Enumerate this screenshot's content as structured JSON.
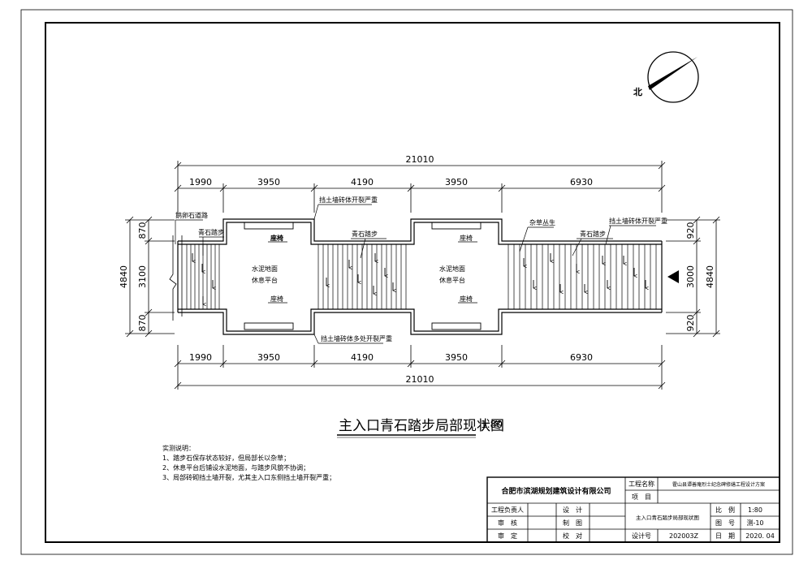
{
  "north_label": "北",
  "drawing_title": "主入口青石踏步局部现状图",
  "drawing_scale": "1:80",
  "dims": {
    "total": "21010",
    "segments": [
      "1990",
      "3950",
      "4190",
      "3950",
      "6930"
    ],
    "left_total": "4840",
    "left_parts": [
      "870",
      "3100",
      "870"
    ],
    "right_total": "4840",
    "right_parts": [
      "920",
      "3000",
      "920"
    ]
  },
  "labels": {
    "pebble_path": "鹅卵石道路",
    "bluestone_steps_1": "青石踏步",
    "bluestone_steps_2": "青石踏步",
    "bluestone_steps_3": "青石踏步",
    "wall_crack_top": "挡土墙砖体开裂严重",
    "wall_crack_bottom": "挡土墙砖体多处开裂严重",
    "weeds": "杂草丛生",
    "wall_crack_right": "挡土墙砖体开裂严重",
    "bench_1_top": "座椅",
    "bench_1_bottom": "座椅",
    "bench_2_top": "座椅",
    "bench_2_bottom": "座椅",
    "platform_1_line1": "水泥地面",
    "platform_1_line2": "休息平台",
    "platform_2_line1": "水泥地面",
    "platform_2_line2": "休息平台"
  },
  "notes": {
    "heading": "实测说明：",
    "items": [
      "1、踏步石保存状态较好，但局部长以杂草；",
      "2、休息平台后铺设水泥地面，与踏步风貌不协调；",
      "3、局部砖砌挡土墙开裂，尤其主入口东侧挡土墙开裂严重；"
    ]
  },
  "title_block": {
    "company": "合肥市滨湖规划建筑设计有限公司",
    "project_name_label": "工程名称",
    "project_name_value": "霍山县谭善庵烈士纪念碑修缮工程设计方案",
    "item_label": "项　目",
    "item_value": "",
    "drawing_name": "主入口青石踏步局部现状图",
    "lead_label": "工程负责人",
    "review_label": "审　核",
    "approve_label": "审　定",
    "design_label": "设　计",
    "draw_label": "制　图",
    "check_label": "校　对",
    "scale_label": "比　例",
    "scale_value": "1:80",
    "drawing_no_label": "图　号",
    "drawing_no_value": "测-10",
    "design_no_label": "设计号",
    "design_no_value": "202003Z",
    "date_label": "日　期",
    "date_value": "2020. 04"
  }
}
